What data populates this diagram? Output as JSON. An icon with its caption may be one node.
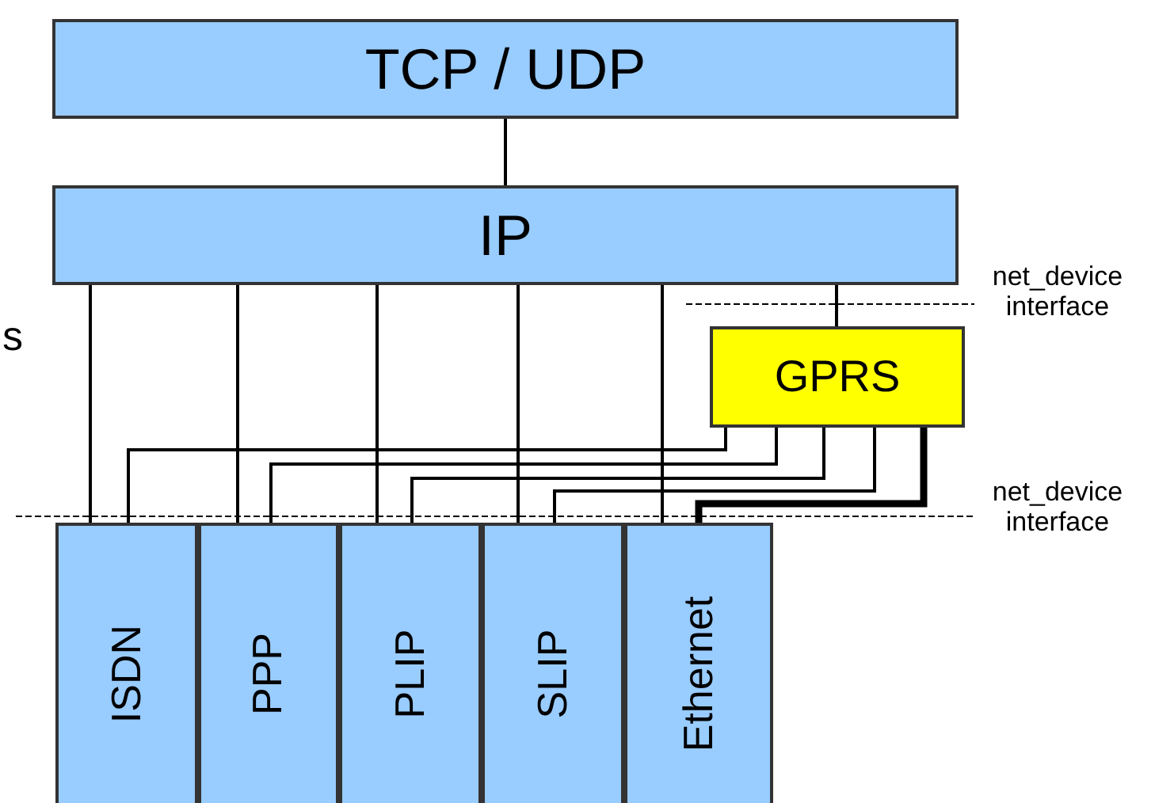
{
  "diagram": {
    "nodes": [
      {
        "text": [
          "TCP / UDP"
        ]
      },
      {
        "text": [
          "IP"
        ]
      },
      {
        "text": [
          "GPRS"
        ]
      },
      {
        "text": [
          "ISDN"
        ]
      },
      {
        "text": [
          "PPP"
        ]
      },
      {
        "text": [
          "PLIP"
        ]
      },
      {
        "text": [
          "SLIP"
        ]
      },
      {
        "text": [
          "Ethernet"
        ]
      }
    ],
    "edges": [
      {
        "from": 0,
        "to": 1,
        "arrow": "none"
      },
      {
        "from": 1,
        "to": 3,
        "arrow": "none"
      },
      {
        "from": 1,
        "to": 4,
        "arrow": "none"
      },
      {
        "from": 1,
        "to": 5,
        "arrow": "none"
      },
      {
        "from": 1,
        "to": 6,
        "arrow": "none"
      },
      {
        "from": 1,
        "to": 7,
        "arrow": "none"
      },
      {
        "from": 1,
        "to": 2,
        "arrow": "none"
      },
      {
        "from": 2,
        "to": 3,
        "arrow": "none"
      },
      {
        "from": 2,
        "to": 4,
        "arrow": "none"
      },
      {
        "from": 2,
        "to": 5,
        "arrow": "none"
      },
      {
        "from": 2,
        "to": 6,
        "arrow": "none"
      },
      {
        "from": 2,
        "to": 7,
        "arrow": "none",
        "style": "thick"
      }
    ],
    "labels": [
      "s",
      "net_device interface",
      "net_device interface"
    ]
  }
}
